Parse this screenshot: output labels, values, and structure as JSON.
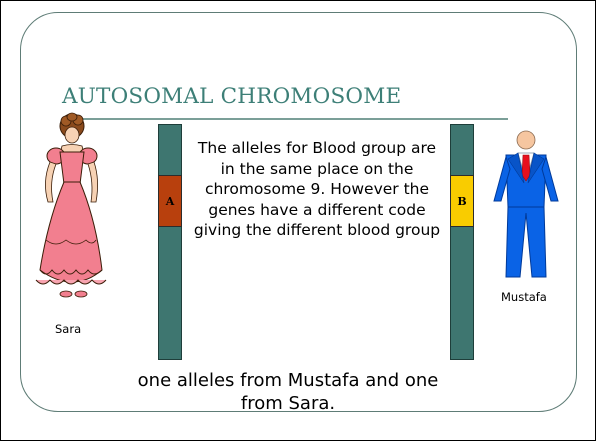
{
  "slide": {
    "title": "AUTOSOMAL CHROMOSOME",
    "description": "The alleles for Blood group are in the same place on the chromosome 9. However the genes have a different code giving the different blood group",
    "footer": "one alleles from Mustafa and one from Sara."
  },
  "chromosomes": {
    "left": {
      "band_label": "A",
      "band_color": "#b8400d"
    },
    "right": {
      "band_label": "B",
      "band_color": "#f9cc00"
    },
    "body_color": "#3e7670"
  },
  "people": {
    "female_name": "Sara",
    "male_name": "Mustafa"
  },
  "colors": {
    "title": "#3d7f77",
    "frame_border": "#5e7c76",
    "suit": "#0a63e6",
    "tie": "#e8101e",
    "dress": "#f27f8f"
  },
  "icons": {
    "female": "woman-in-dress-icon",
    "male": "man-in-suit-icon"
  }
}
